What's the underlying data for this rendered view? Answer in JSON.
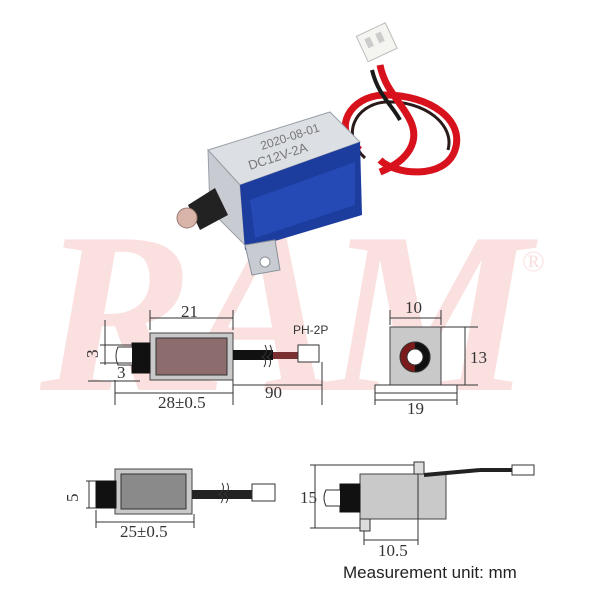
{
  "watermark": {
    "text": "RAM",
    "registered": "®",
    "color": "#fbe0e0"
  },
  "product": {
    "label_line1": "DC12V-2A",
    "label_line2": "2020-08-01",
    "connector_color": "#f4f4f0",
    "wire_colors": [
      "#d8121c",
      "#1a1a1a"
    ],
    "coil_color": "#1c3c9e"
  },
  "drawings": {
    "side_view": {
      "body_length": "21",
      "plunger_dia": "3",
      "plunger_ext": "3",
      "total_length": "28±0.5",
      "wire_length": "90",
      "connector": "PH-2P"
    },
    "end_view": {
      "width": "10",
      "height": "13",
      "base_width": "19"
    },
    "retracted_view": {
      "plunger_dia": "5",
      "total_length": "25±0.5"
    },
    "top_view": {
      "height": "15",
      "mount_offset": "10.5"
    }
  },
  "footer": {
    "unit_label": "Measurement unit: mm"
  }
}
